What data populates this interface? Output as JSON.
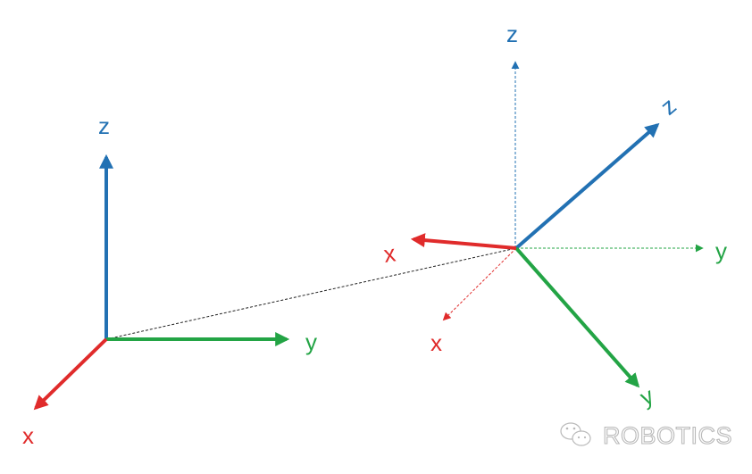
{
  "colors": {
    "x_axis": "#e02b2b",
    "y_axis": "#23a445",
    "z_axis": "#2271b3",
    "connector": "#222222",
    "watermark": "#b9b9b9"
  },
  "frames": {
    "base": {
      "x_label": "x",
      "y_label": "y",
      "z_label": "z"
    },
    "reference": {
      "x_label": "x",
      "y_label": "y",
      "z_label": "z"
    },
    "rotated": {
      "x_label": "x",
      "y_label": "y",
      "z_label": "z"
    }
  },
  "watermark": {
    "text": "ROBOTICS",
    "icon": "wechat-icon"
  }
}
